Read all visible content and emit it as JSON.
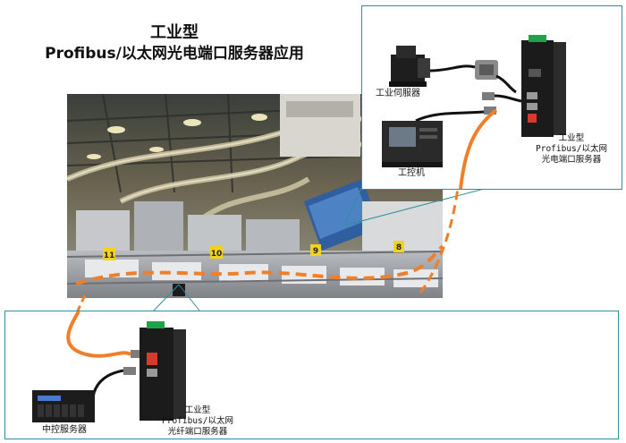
{
  "title": {
    "line1": "工业型",
    "line2": "Profibus/以太网光电端口服务器应用"
  },
  "scene": {
    "station_tags": [
      "11",
      "10",
      "9",
      "8"
    ]
  },
  "top_panel": {
    "servo_label": "工业伺服器",
    "ipc_label": "工控机",
    "device_label_1": "工业型",
    "device_label_2": "Profibus/以太网",
    "device_label_3": "光电端口服务器"
  },
  "bottom_panel": {
    "server_label": "中控服务器",
    "device_label_1": "工业型",
    "device_label_2": "Profibus/以太网",
    "device_label_3": "光纤端口服务器"
  },
  "colors": {
    "panel_border": "#2f8f9d",
    "fiber_cable": "#f07f2a",
    "device_body": "#1b1b1b",
    "device_top": "#1fa34a",
    "device_button": "#d83a2e"
  }
}
